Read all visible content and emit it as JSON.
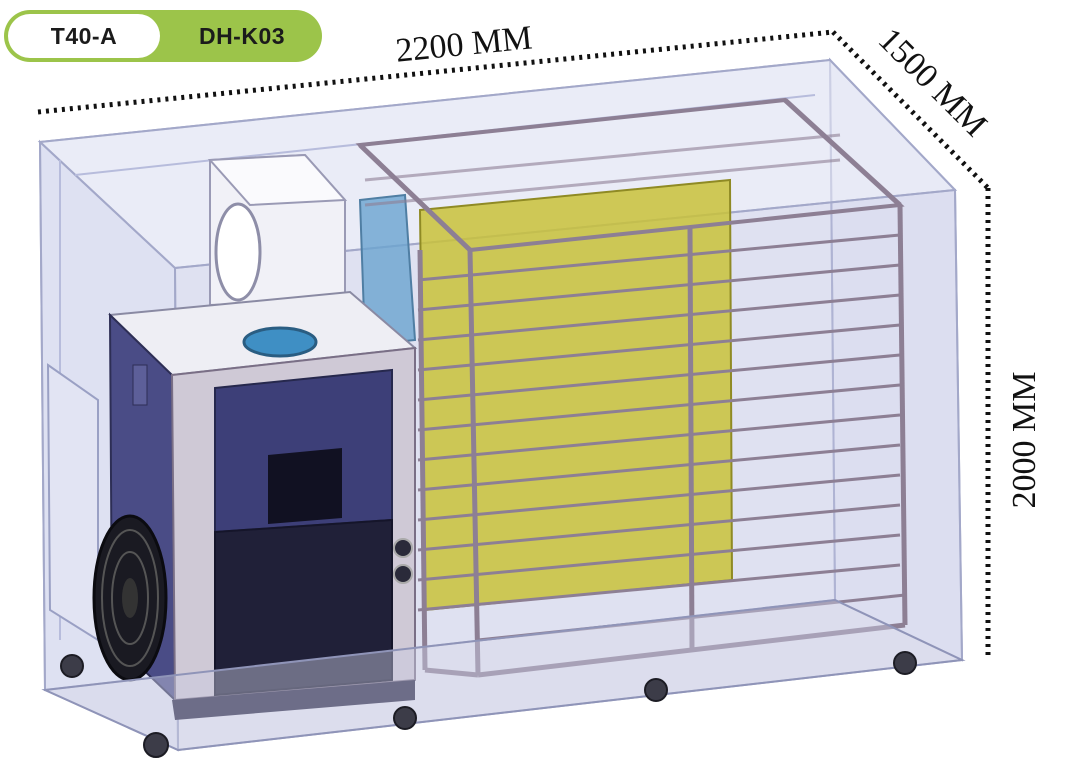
{
  "tabs": [
    {
      "label": "T40-A",
      "active": true
    },
    {
      "label": "DH-K03",
      "active": false
    }
  ],
  "dimensions": {
    "length": "2200 MM",
    "depth": "1500 MM",
    "height": "2000 MM"
  },
  "colors": {
    "tab_accent": "#9cc44a",
    "tab_active_bg": "#ffffff",
    "shell": "#b9bfe0",
    "unit_dark": "#3d3f78",
    "tray_yellow": "#c9c23a",
    "rack_metal": "#8d7f94",
    "duct_blue": "#5d9ac6"
  }
}
